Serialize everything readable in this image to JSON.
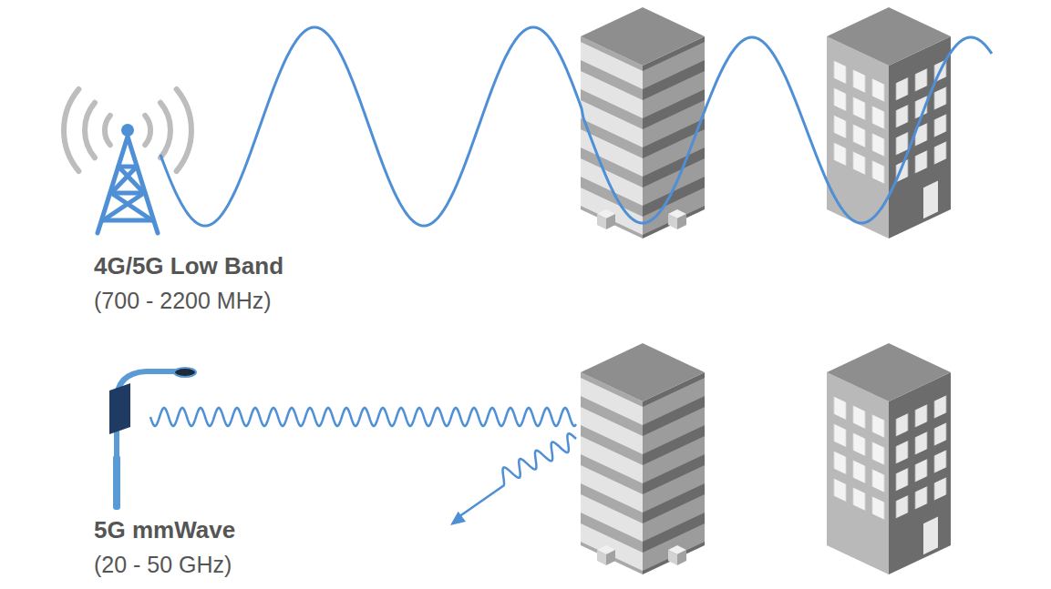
{
  "diagram": {
    "labels": [
      "4G/5G Low Band",
      "(700 - 2200 MHz)",
      "5G mmWave",
      "(20 - 50 GHz)"
    ]
  }
}
